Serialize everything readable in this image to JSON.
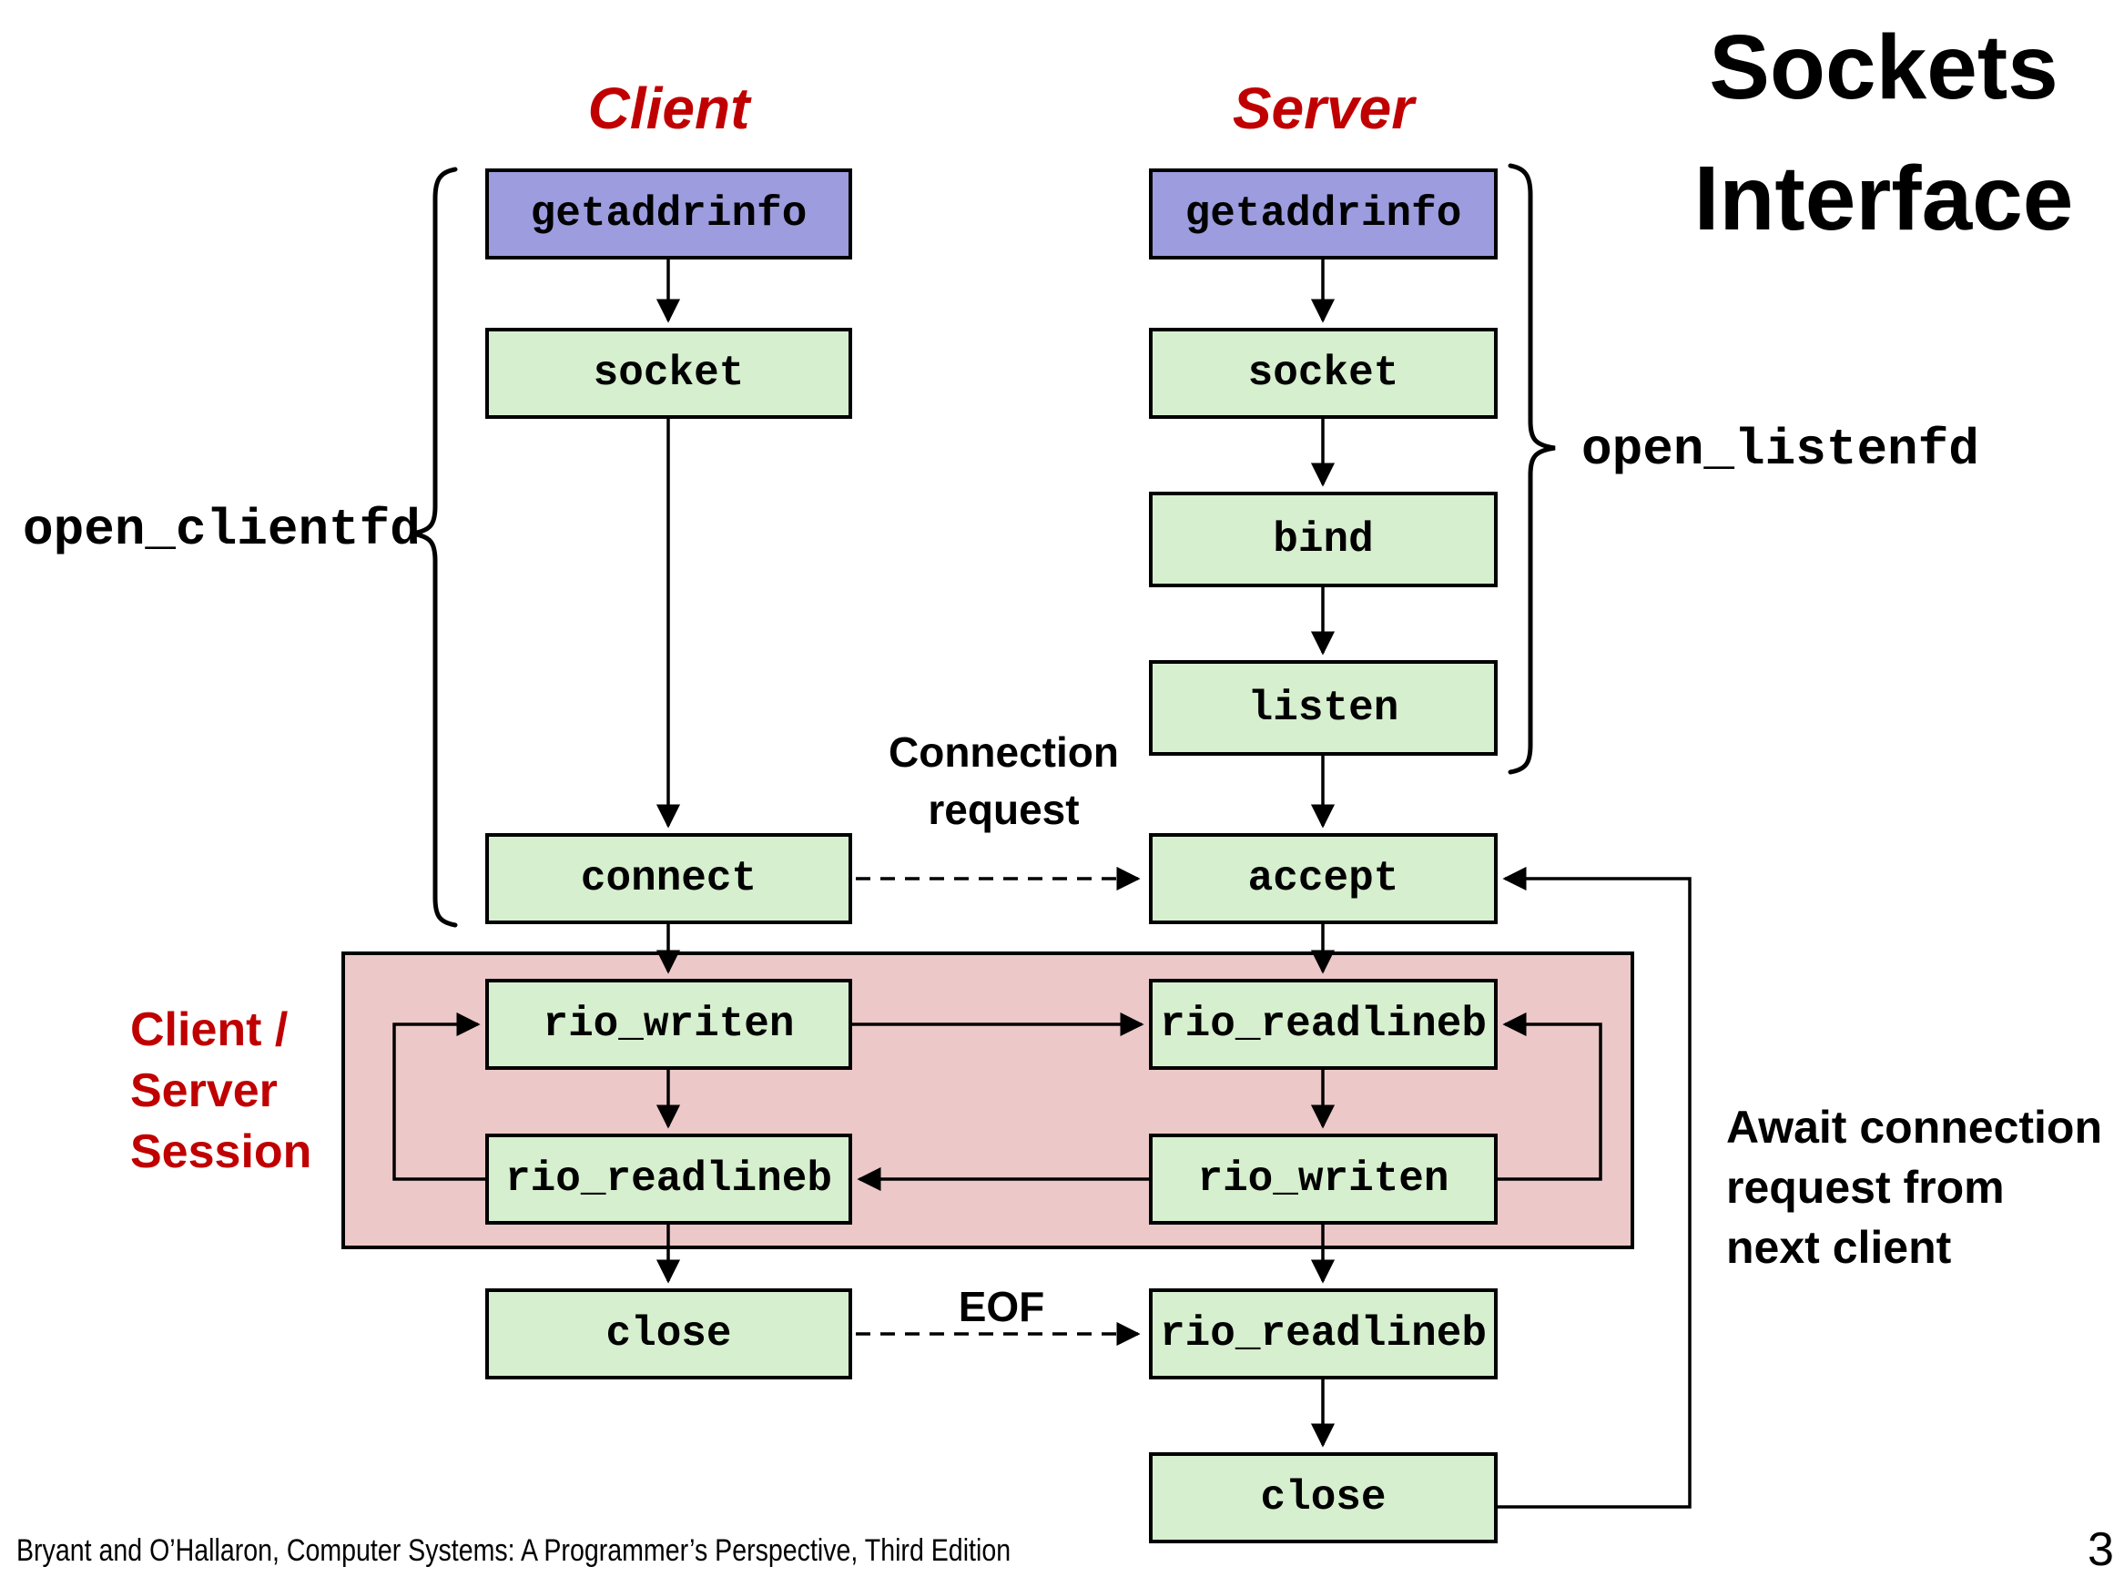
{
  "slide": {
    "title_line1": "Sockets",
    "title_line2": "Interface",
    "footer": "Bryant and O’Hallaron, Computer Systems: A Programmer’s Perspective, Third Edition",
    "page_number": "3"
  },
  "headings": {
    "client": "Client",
    "server": "Server"
  },
  "client_boxes": [
    {
      "label": "getaddrinfo",
      "fill": "purple"
    },
    {
      "label": "socket",
      "fill": "green"
    },
    {
      "label": "connect",
      "fill": "green"
    },
    {
      "label": "rio_writen",
      "fill": "green"
    },
    {
      "label": "rio_readlineb",
      "fill": "green"
    },
    {
      "label": "close",
      "fill": "green"
    }
  ],
  "server_boxes": [
    {
      "label": "getaddrinfo",
      "fill": "purple"
    },
    {
      "label": "socket",
      "fill": "green"
    },
    {
      "label": "bind",
      "fill": "green"
    },
    {
      "label": "listen",
      "fill": "green"
    },
    {
      "label": "accept",
      "fill": "green"
    },
    {
      "label": "rio_readlineb",
      "fill": "green"
    },
    {
      "label": "rio_writen",
      "fill": "green"
    },
    {
      "label": "rio_readlineb",
      "fill": "green"
    },
    {
      "label": "close",
      "fill": "green"
    }
  ],
  "annotations": {
    "open_clientfd": "open_clientfd",
    "open_listenfd": "open_listenfd",
    "connection_request": [
      "Connection",
      "request"
    ],
    "eof": "EOF",
    "session": [
      "Client /",
      "Server",
      "Session"
    ],
    "await": [
      "Await connection",
      "request from",
      "next client"
    ]
  },
  "colors": {
    "box-purple": "#9c9cdf",
    "box-green": "#d6efce",
    "session-pink": "#edc8c8",
    "accent-red": "#c00000",
    "line-black": "#000000"
  }
}
